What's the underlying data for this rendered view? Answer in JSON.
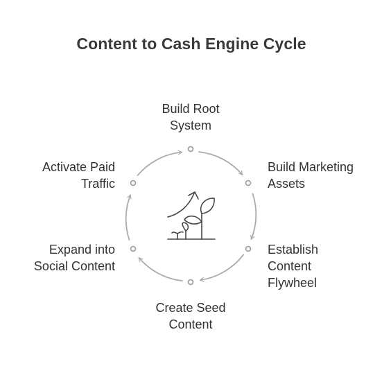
{
  "title": "Content to Cash Engine Cycle",
  "center_icon": "growing-plants-with-arrow-icon",
  "colors": {
    "ring": "#aaaaaa",
    "node": "#999999",
    "icon": "#444444",
    "title": "#3a3a3a",
    "text": "#333333"
  },
  "steps": [
    {
      "lines": [
        "Build Root",
        "System"
      ]
    },
    {
      "lines": [
        "Build Marketing",
        "Assets"
      ]
    },
    {
      "lines": [
        "Establish",
        "Content",
        "Flywheel"
      ]
    },
    {
      "lines": [
        "Create Seed",
        "Content"
      ]
    },
    {
      "lines": [
        "Expand into",
        "Social Content"
      ]
    },
    {
      "lines": [
        "Activate Paid",
        "Traffic"
      ]
    }
  ]
}
